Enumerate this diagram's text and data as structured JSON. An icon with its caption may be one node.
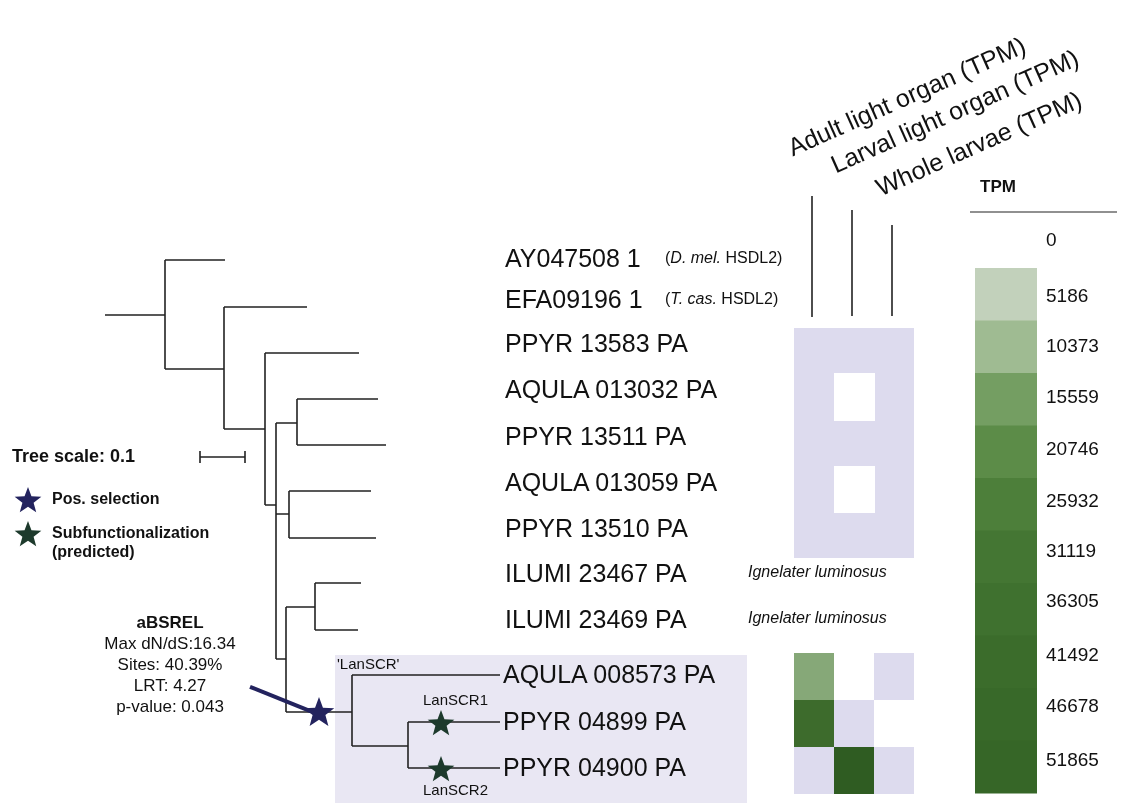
{
  "diagram": {
    "nodes": [
      {
        "text": [
          "aBSREL",
          "Max dN/dS:16.34",
          "Sites: 40.39%",
          "LRT: 4.27",
          "p-value: 0.043"
        ]
      },
      {
        "text": [],
        "shape": "star"
      },
      {
        "text": [
          "'LanSCR'",
          "AQULA 008573 PA",
          "LanSCR1",
          "PPYR 04899 PA",
          "PPYR 04900 PA",
          "LanSCR2"
        ]
      }
    ],
    "edges": [
      {
        "from": 0,
        "to": 1,
        "arrow": "none"
      }
    ],
    "labels": [
      "Adult light organ (TPM)",
      "Larval light organ (TPM)",
      "Whole larvae (TPM)",
      "TPM",
      "AY047508 1",
      "(*D. mel.* HSDL2)",
      "EFA09196 1",
      "(*T. cas.* HSDL2)",
      "PPYR 13583 PA",
      "AQULA 013032 PA",
      "PPYR 13511 PA",
      "AQULA 013059 PA",
      "PPYR 13510 PA",
      "ILUMI 23467 PA",
      "Ignelater luminosus",
      "ILUMI 23469 PA",
      "Ignelater luminosus",
      "Tree scale: 0.1",
      "0",
      "5186",
      "10373",
      "15559",
      "20746",
      "25932",
      "31119",
      "36305",
      "41492",
      "46678",
      "51865"
    ],
    "legend": [
      {
        "text": "Pos. selection"
      },
      {
        "text": "Subfunctionalization (predicted)"
      }
    ]
  }
}
